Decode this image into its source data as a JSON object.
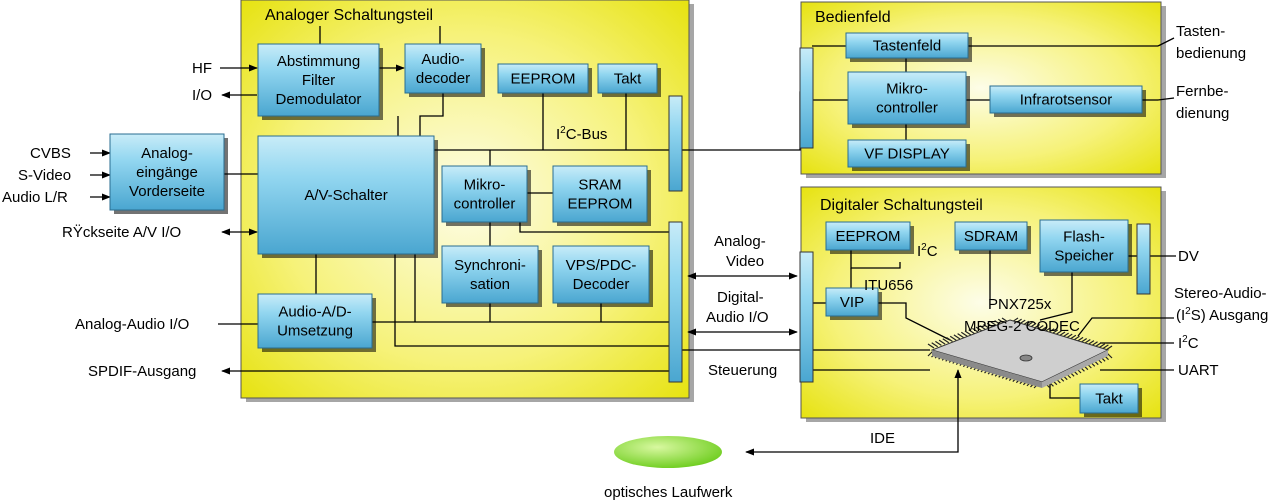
{
  "panels": {
    "analog": "Analoger Schaltungsteil",
    "bedien": "Bedienfeld",
    "digital": "Digitaler Schaltungsteil"
  },
  "blocks": {
    "abstimmung": [
      "Abstimmung",
      "Filter",
      "Demodulator"
    ],
    "audiodecoder": [
      "Audio-",
      "decoder"
    ],
    "eeprom_a": [
      "EEPROM"
    ],
    "takt_a": [
      "Takt"
    ],
    "av_schalter": [
      "A/V-Schalter"
    ],
    "mikro_a": [
      "Mikro-",
      "controller"
    ],
    "sram": [
      "SRAM",
      "EEPROM"
    ],
    "sync": [
      "Synchroni-",
      "sation"
    ],
    "vps": [
      "VPS/PDC-",
      "Decoder"
    ],
    "audio_ad": [
      "Audio-A/D-",
      "Umsetzung"
    ],
    "analog_front": [
      "Analog-",
      "eingänge",
      "Vorderseite"
    ],
    "tastenfeld": [
      "Tastenfeld"
    ],
    "mikro_b": [
      "Mikro-",
      "controller"
    ],
    "infrarot": [
      "Infrarotsensor"
    ],
    "vf": [
      "VF DISPLAY"
    ],
    "eeprom_d": [
      "EEPROM"
    ],
    "sdram": [
      "SDRAM"
    ],
    "flash": [
      "Flash-",
      "Speicher"
    ],
    "vip": [
      "VIP"
    ],
    "takt_d": [
      "Takt"
    ]
  },
  "chip": [
    "PNX725x",
    "MPEG-2 CODEC"
  ],
  "labels": {
    "hf": "HF",
    "io": "I/O",
    "cvbs": "CVBS",
    "svideo": "S-Video",
    "audiolr": "Audio L/R",
    "rueck": "RŸckseite A/V I/O",
    "analog_audio": "Analog-Audio I/O",
    "spdif": "SPDIF-Ausgang",
    "i2c_bus_pre": "I",
    "i2c_bus_sup": "2",
    "i2c_bus_post": "C-Bus",
    "analog_video": [
      "Analog-",
      "Video"
    ],
    "digital_audio": [
      "Digital-",
      "Audio I/O"
    ],
    "steuerung": "Steuerung",
    "tasten": [
      "Tasten-",
      "bedienung"
    ],
    "fernbe": [
      "Fernbe-",
      "dienung"
    ],
    "dv": "DV",
    "stereo": [
      "Stereo-Audio-",
      "(I",
      "2",
      "S) Ausgang"
    ],
    "i2c_right_pre": "I",
    "i2c_right_sup": "2",
    "i2c_right_post": "C",
    "uart": "UART",
    "i2c_d_pre": "I",
    "i2c_d_sup": "2",
    "i2c_d_post": "C",
    "itu": "ITU656",
    "ide": "IDE",
    "optisch": "optisches Laufwerk"
  }
}
